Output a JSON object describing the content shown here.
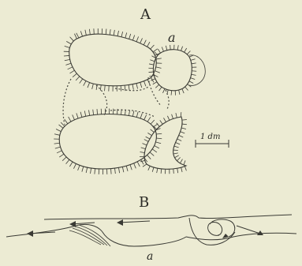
{
  "figure": {
    "panel_a": {
      "label": "A",
      "point_label": "a"
    },
    "scale_bar": {
      "label": "1 dm"
    },
    "panel_b": {
      "label": "B",
      "point_label": "a"
    }
  },
  "colors": {
    "paper": "#ecebd3",
    "ink": "#3a3a34"
  }
}
